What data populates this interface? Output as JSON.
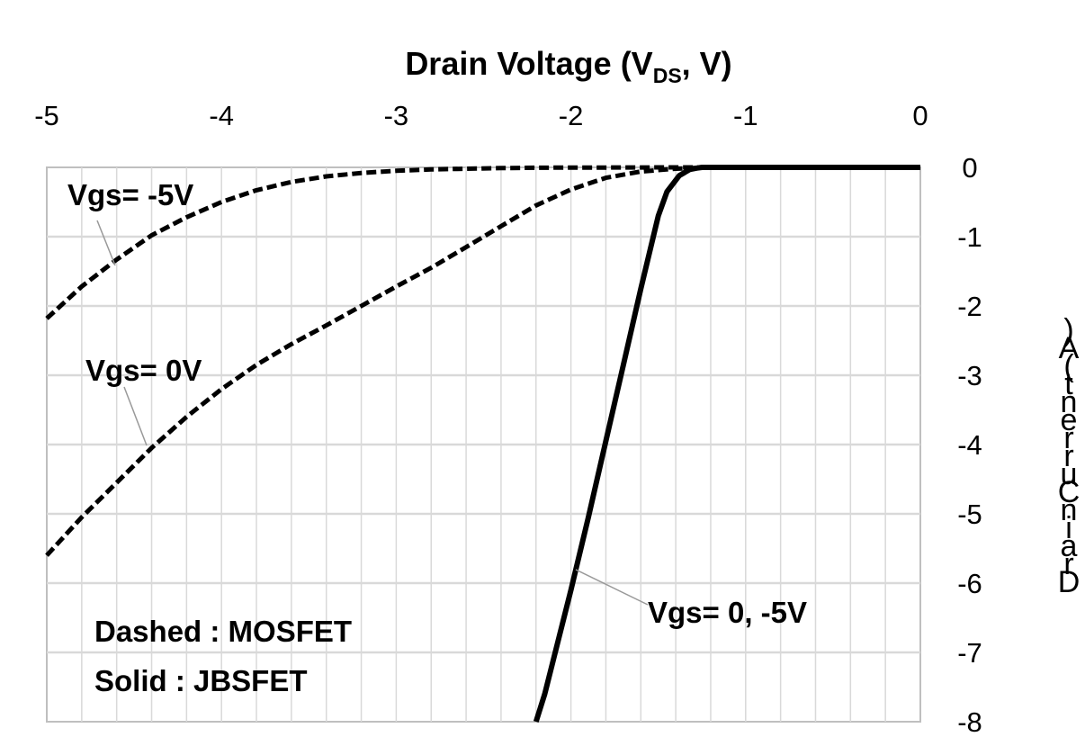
{
  "chart_data": {
    "type": "line",
    "title": "",
    "xlabel_main": "Drain Voltage (V",
    "xlabel_sub": "DS",
    "xlabel_tail": ", V)",
    "ylabel": "Drain Current (A)",
    "xlim": [
      -5,
      0
    ],
    "ylim": [
      -8,
      0
    ],
    "x_ticks": [
      "-5",
      "-4",
      "-3",
      "-2",
      "-1",
      "0"
    ],
    "y_ticks": [
      "0",
      "-1",
      "-2",
      "-3",
      "-4",
      "-5",
      "-6",
      "-7",
      "-8"
    ],
    "grid": true,
    "x_axis_position": "top",
    "y_axis_position": "right",
    "series": [
      {
        "style": "dashed",
        "x": [
          -5.0,
          -4.8,
          -4.6,
          -4.4,
          -4.2,
          -4.0,
          -3.8,
          -3.6,
          -3.4,
          -3.2,
          -3.0,
          -2.8,
          -2.6,
          -2.4,
          -2.2,
          -2.0,
          -1.8,
          -1.6,
          -1.4,
          -1.2,
          -1.0,
          -0.5,
          0.0
        ],
        "y": [
          -2.18,
          -1.72,
          -1.33,
          -0.98,
          -0.72,
          -0.5,
          -0.33,
          -0.21,
          -0.13,
          -0.08,
          -0.05,
          -0.03,
          -0.02,
          -0.01,
          -0.005,
          -0.003,
          -0.002,
          -0.001,
          0,
          0,
          0,
          0,
          0
        ]
      },
      {
        "style": "dashed",
        "x": [
          -5.0,
          -4.8,
          -4.6,
          -4.4,
          -4.2,
          -4.0,
          -3.8,
          -3.6,
          -3.4,
          -3.2,
          -3.0,
          -2.8,
          -2.6,
          -2.4,
          -2.2,
          -2.0,
          -1.8,
          -1.6,
          -1.4,
          -1.2,
          -1.0,
          -0.5,
          0.0
        ],
        "y": [
          -5.6,
          -5.05,
          -4.55,
          -4.05,
          -3.6,
          -3.2,
          -2.85,
          -2.55,
          -2.28,
          -2.0,
          -1.72,
          -1.45,
          -1.15,
          -0.85,
          -0.55,
          -0.32,
          -0.15,
          -0.06,
          -0.02,
          0,
          0,
          0,
          0
        ]
      },
      {
        "style": "solid",
        "x": [
          -2.2,
          -2.15,
          -2.1,
          -2.0,
          -1.9,
          -1.8,
          -1.7,
          -1.6,
          -1.5,
          -1.45,
          -1.38,
          -1.32,
          -1.28,
          -1.25,
          -1.2,
          -1.0,
          -0.5,
          0.0
        ],
        "y": [
          -8.0,
          -7.6,
          -7.1,
          -6.1,
          -5.05,
          -3.95,
          -2.85,
          -1.75,
          -0.7,
          -0.35,
          -0.12,
          -0.03,
          -0.01,
          0,
          0,
          0,
          0,
          0
        ]
      }
    ],
    "annotations": [
      {
        "text": "Vgs= -5V",
        "at": [
          -4.6,
          -1.4
        ]
      },
      {
        "text": "Vgs= 0V",
        "at": [
          -4.5,
          -4.1
        ]
      },
      {
        "text": "Vgs= 0, -5V",
        "at": [
          -1.98,
          -5.8
        ]
      }
    ],
    "notes": [
      "Dashed : MOSFET",
      "Solid : JBSFET"
    ]
  }
}
